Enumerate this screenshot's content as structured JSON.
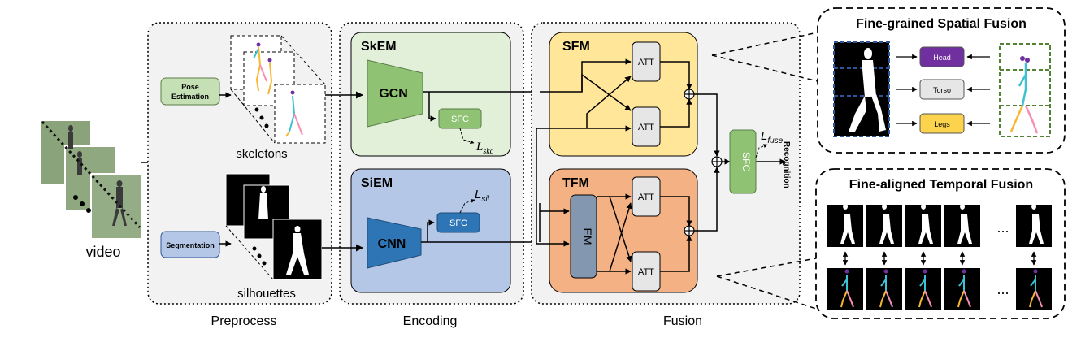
{
  "video": {
    "label": "video"
  },
  "preprocess": {
    "title": "Preprocess",
    "pose_estimation": "Pose\nEstimation",
    "segmentation": "Segmentation",
    "skeletons": "skeletons",
    "silhouettes": "silhouettes"
  },
  "encoding": {
    "title": "Encoding",
    "skem": {
      "title": "SkEM",
      "net": "GCN",
      "sfc": "SFC",
      "loss_base": "L",
      "loss_sub": "skc"
    },
    "siem": {
      "title": "SiEM",
      "net": "CNN",
      "sfc": "SFC",
      "loss_base": "L",
      "loss_sub": "sil"
    }
  },
  "fusion": {
    "title": "Fusion",
    "sfm": {
      "title": "SFM",
      "att_top": "ATT",
      "att_bottom": "ATT"
    },
    "tfm": {
      "title": "TFM",
      "em": "EM",
      "att_top": "ATT",
      "att_bottom": "ATT"
    },
    "sfc": "SFC",
    "loss_base": "L",
    "loss_sub": "fuse",
    "output": "Recognition"
  },
  "spatial_panel": {
    "title": "Fine-grained Spatial Fusion",
    "parts": [
      "Head",
      "Torso",
      "Legs"
    ],
    "part_colors": [
      "#7030a0",
      "#e6e6e6",
      "#fcd34d"
    ]
  },
  "temporal_panel": {
    "title": "Fine-aligned Temporal Fusion",
    "ellipsis": "..."
  },
  "colors": {
    "skem_bg": "#e2efd9",
    "siem_bg": "#b4c7e7",
    "sfm_bg": "#ffe699",
    "tfm_bg": "#f4b183",
    "gcn": "#8fc273",
    "cnn": "#2e75b6",
    "sfc_green": "#8fc273",
    "sfc_blue": "#2e75b6",
    "em": "#8497b0"
  }
}
